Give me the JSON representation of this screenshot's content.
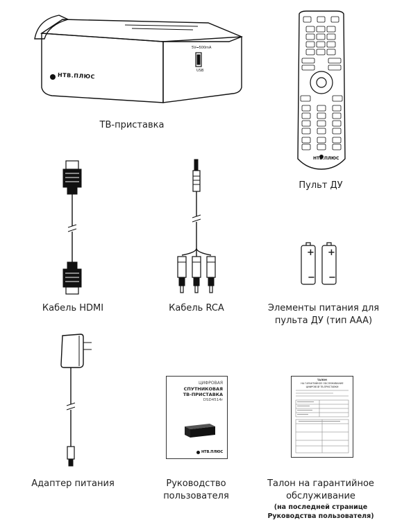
{
  "items": {
    "tv_box": {
      "caption": "ТВ-приставка",
      "brand": "НТВ.ПЛЮС",
      "port_label_top": "5V⎓500mA",
      "port_label_bottom": "USB"
    },
    "remote": {
      "caption": "Пульт ДУ",
      "brand": "НТВ.ПЛЮС"
    },
    "hdmi_cable": {
      "caption": "Кабель HDMI"
    },
    "rca_cable": {
      "caption": "Кабель RCA"
    },
    "batteries": {
      "caption_line1": "Элементы питания для",
      "caption_line2": "пульта ДУ (тип AAA)",
      "plus": "+",
      "minus": "−"
    },
    "adapter": {
      "caption": "Адаптер питания"
    },
    "manual": {
      "caption_line1": "Руководство",
      "caption_line2": "пользователя",
      "title1": "ЦИФРОВАЯ",
      "title2": "СПУТНИКОВАЯ",
      "title3": "ТВ-ПРИСТАВКА",
      "model": "DSD4514r",
      "brand": "НТВ.ПЛЮС"
    },
    "warranty": {
      "caption_line1": "Талон на гарантийное",
      "caption_line2": "обслуживание",
      "note_line1": "(на последней странице",
      "note_line2": "Руководства пользователя)",
      "head1": "ТАЛОН",
      "head2": "НА ГАРАНТИЙНОЕ ОБСЛУЖИВАНИЕ",
      "head3": "ЦИФРОВОЙ ТВ-ПРИСТАВКИ"
    }
  }
}
